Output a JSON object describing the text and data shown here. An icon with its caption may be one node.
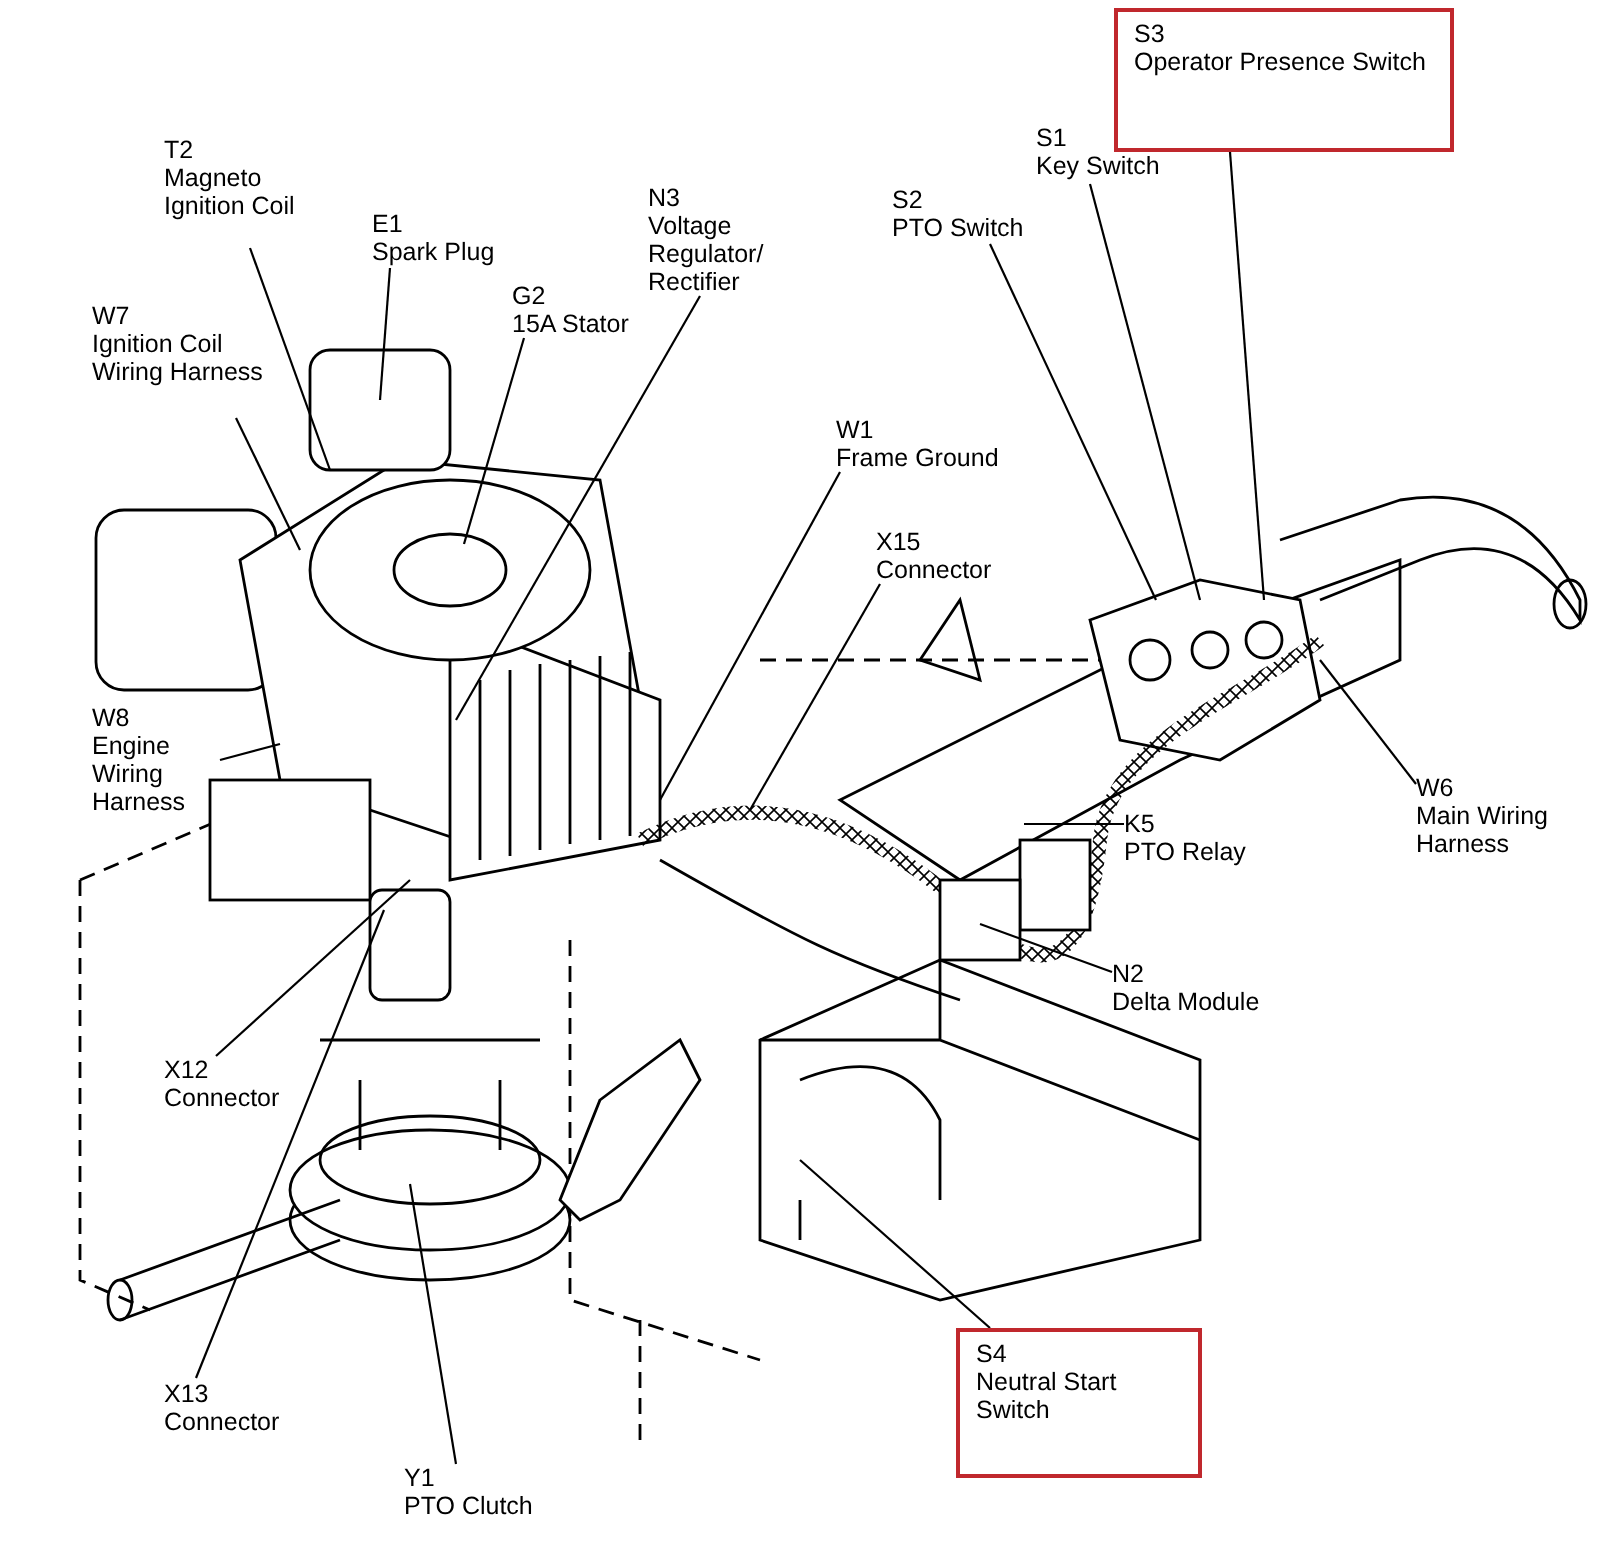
{
  "diagram": {
    "nodes": [
      {
        "text": [
          "S3",
          "Operator Presence Switch"
        ]
      },
      {
        "text": [
          "S1",
          "Key Switch"
        ]
      },
      {
        "text": [
          "T2",
          "Magneto Ignition Coil"
        ]
      },
      {
        "text": [
          "S2",
          "PTO Switch"
        ]
      },
      {
        "text": [
          "E1",
          "Spark Plug"
        ]
      },
      {
        "text": [
          "G2",
          "15A Stator"
        ]
      },
      {
        "text": [
          "N3",
          "Voltage Regulator/ Rectifier"
        ]
      },
      {
        "text": [
          "W7",
          "Ignition Coil Wiring Harness"
        ]
      },
      {
        "text": [
          "W1",
          "Frame Ground"
        ]
      },
      {
        "text": [
          "X15",
          "Connector"
        ]
      },
      {
        "text": [
          "W8",
          "Engine Wiring Harness"
        ]
      },
      {
        "text": [
          "W6",
          "Main Wiring Harness"
        ]
      },
      {
        "text": [
          "K5",
          "PTO Relay"
        ]
      },
      {
        "text": [
          "N2",
          "Delta Module"
        ]
      },
      {
        "text": [
          "X12",
          "Connector"
        ]
      },
      {
        "text": [
          "S4",
          "Neutral Start Switch"
        ]
      },
      {
        "text": [
          "X13",
          "Connector"
        ]
      },
      {
        "text": [
          "Y1",
          "PTO Clutch"
        ]
      }
    ],
    "edges": [
      {
        "from": 0,
        "to": null,
        "arrow": "none"
      },
      {
        "from": 1,
        "to": null,
        "arrow": "none"
      },
      {
        "from": 2,
        "to": null,
        "arrow": "none"
      },
      {
        "from": 3,
        "to": null,
        "arrow": "none"
      },
      {
        "from": 4,
        "to": null,
        "arrow": "none"
      },
      {
        "from": 5,
        "to": null,
        "arrow": "none"
      },
      {
        "from": 6,
        "to": null,
        "arrow": "none"
      },
      {
        "from": 7,
        "to": null,
        "arrow": "none"
      },
      {
        "from": 8,
        "to": null,
        "arrow": "none"
      },
      {
        "from": 9,
        "to": null,
        "arrow": "none"
      },
      {
        "from": 10,
        "to": null,
        "arrow": "none"
      },
      {
        "from": 11,
        "to": null,
        "arrow": "none"
      },
      {
        "from": 12,
        "to": null,
        "arrow": "none"
      },
      {
        "from": 13,
        "to": null,
        "arrow": "none"
      },
      {
        "from": 14,
        "to": null,
        "arrow": "none"
      },
      {
        "from": 15,
        "to": null,
        "arrow": "none"
      },
      {
        "from": 16,
        "to": null,
        "arrow": "none"
      },
      {
        "from": 17,
        "to": null,
        "arrow": "none"
      }
    ]
  }
}
